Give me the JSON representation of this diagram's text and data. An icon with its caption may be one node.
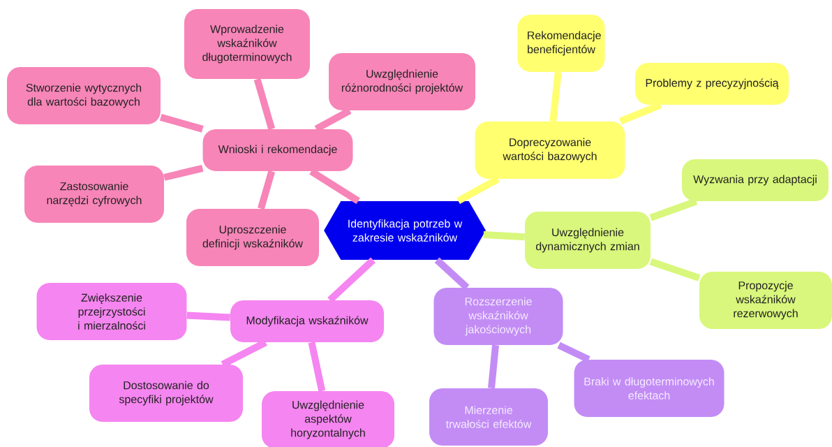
{
  "diagram": {
    "nodes": [
      {
        "text": [
          "Identyfikacja potrzeb w zakresie wskaźników"
        ]
      },
      {
        "text": [
          "Wnioski i rekomendacje"
        ]
      },
      {
        "text": [
          "Wprowadzenie wskaźników długoterminowych"
        ]
      },
      {
        "text": [
          "Stworzenie wytycznych dla wartości bazowych"
        ]
      },
      {
        "text": [
          "Uwzględnienie różnorodności projektów"
        ]
      },
      {
        "text": [
          "Zastosowanie narzędzi cyfrowych"
        ]
      },
      {
        "text": [
          "Uproszczenie definicji wskaźników"
        ]
      },
      {
        "text": [
          "Doprecyzowanie wartości bazowych"
        ]
      },
      {
        "text": [
          "Rekomendacje beneficjentów"
        ]
      },
      {
        "text": [
          "Problemy z precyzyjnością"
        ]
      },
      {
        "text": [
          "Uwzględnienie dynamicznych zmian"
        ]
      },
      {
        "text": [
          "Wyzwania przy adaptacji"
        ]
      },
      {
        "text": [
          "Propozycje wskaźników rezerwowych"
        ]
      },
      {
        "text": [
          "Rozszerzenie wskaźników jakościowych"
        ]
      },
      {
        "text": [
          "Mierzenie trwałości efektów"
        ]
      },
      {
        "text": [
          "Braki w długoterminowych efektach"
        ]
      },
      {
        "text": [
          "Modyfikacja wskaźników"
        ]
      },
      {
        "text": [
          "Zwiększenie przejrzystości i mierzalności"
        ]
      },
      {
        "text": [
          "Dostosowanie do specyfiki projektów"
        ]
      },
      {
        "text": [
          "Uwzględnienie aspektów horyzontalnych"
        ]
      }
    ],
    "edges": [
      {
        "from": 0,
        "to": 1,
        "arrow": "none"
      },
      {
        "from": 1,
        "to": 2,
        "arrow": "none"
      },
      {
        "from": 1,
        "to": 3,
        "arrow": "none"
      },
      {
        "from": 1,
        "to": 4,
        "arrow": "none"
      },
      {
        "from": 1,
        "to": 5,
        "arrow": "none"
      },
      {
        "from": 1,
        "to": 6,
        "arrow": "none"
      },
      {
        "from": 0,
        "to": 7,
        "arrow": "none",
        "color": "#ffff70"
      },
      {
        "from": 7,
        "to": 8,
        "arrow": "none",
        "color": "#ffff70"
      },
      {
        "from": 7,
        "to": 9,
        "arrow": "none",
        "color": "#ffff70"
      },
      {
        "from": 0,
        "to": 10,
        "arrow": "none",
        "color": "#d9f77c"
      },
      {
        "from": 10,
        "to": 11,
        "arrow": "none",
        "color": "#d9f77c"
      },
      {
        "from": 10,
        "to": 12,
        "arrow": "none",
        "color": "#d9f77c"
      },
      {
        "from": 0,
        "to": 13,
        "arrow": "none",
        "color": "#c38cf5"
      },
      {
        "from": 13,
        "to": 14,
        "arrow": "none",
        "color": "#c38cf5"
      },
      {
        "from": 13,
        "to": 15,
        "arrow": "none",
        "color": "#c38cf5"
      },
      {
        "from": 0,
        "to": 16,
        "arrow": "none",
        "color": "#f585f0"
      },
      {
        "from": 16,
        "to": 17,
        "arrow": "none",
        "color": "#f585f0"
      },
      {
        "from": 16,
        "to": 18,
        "arrow": "none",
        "color": "#f585f0"
      },
      {
        "from": 16,
        "to": 19,
        "arrow": "none",
        "color": "#f585f0"
      }
    ]
  }
}
